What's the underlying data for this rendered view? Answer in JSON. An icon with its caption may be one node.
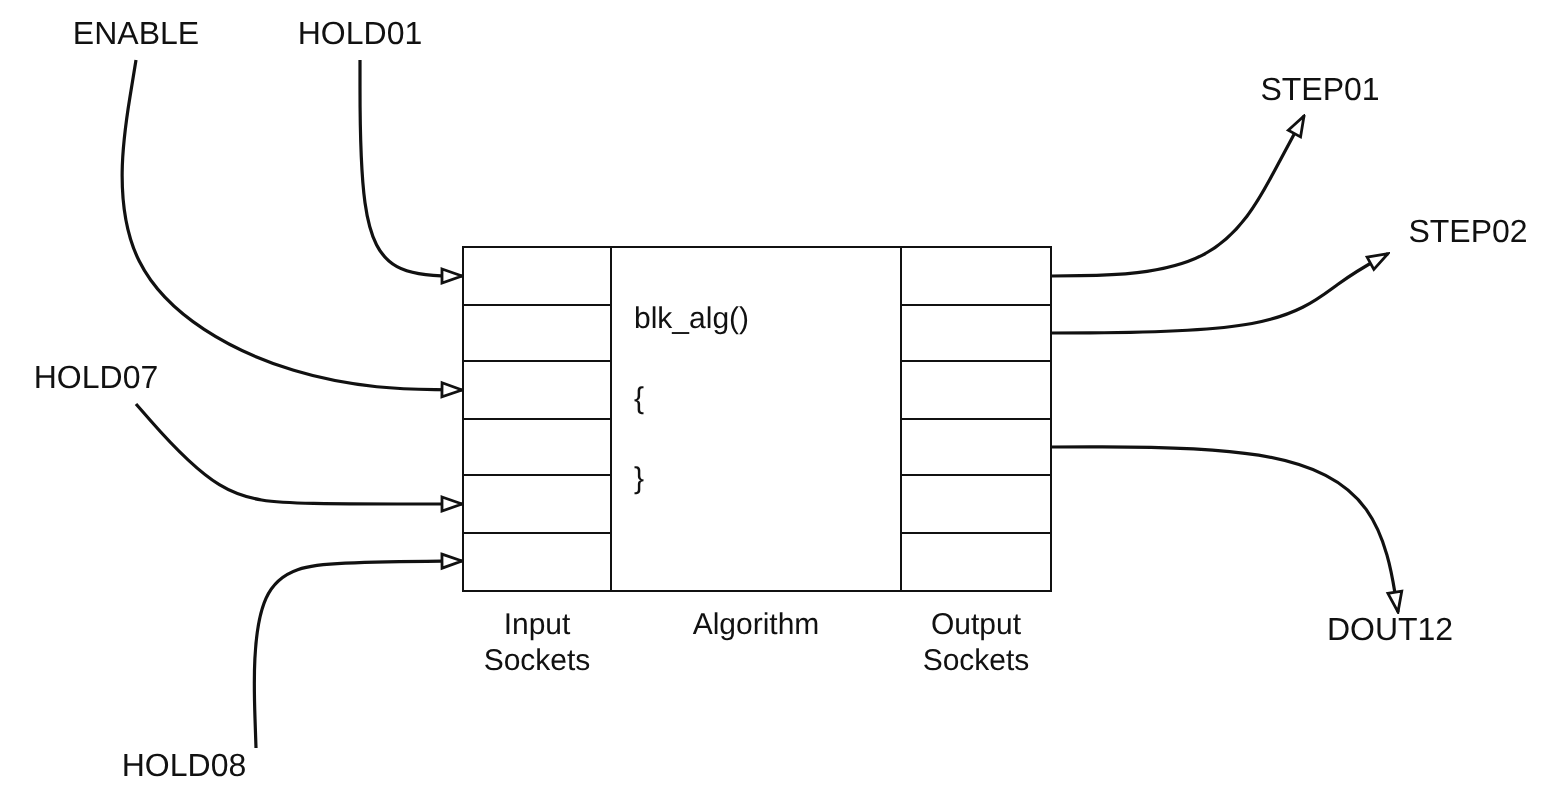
{
  "diagram": {
    "nodes": [
      {
        "text": [
          "ENABLE"
        ]
      },
      {
        "text": [
          "HOLD01"
        ]
      },
      {
        "text": [
          "STEP01"
        ]
      },
      {
        "text": [
          "STEP02"
        ]
      },
      {
        "text": [
          "HOLD07"
        ]
      },
      {
        "text": [
          "Input Sockets"
        ]
      },
      {
        "text": [],
        "shape": "box",
        "in": 5
      },
      {
        "text": [],
        "shape": "box",
        "in": 5
      },
      {
        "text": [],
        "shape": "box",
        "in": 5
      },
      {
        "text": [],
        "shape": "box",
        "in": 5
      },
      {
        "text": [],
        "shape": "box",
        "in": 5
      },
      {
        "text": [],
        "shape": "box",
        "in": 5
      },
      {
        "text": [
          "blk_alg()",
          "{",
          "}",
          "Algorithm"
        ]
      },
      {
        "text": [
          "Output Sockets"
        ]
      },
      {
        "text": [],
        "shape": "box",
        "in": 13
      },
      {
        "text": [],
        "shape": "box",
        "in": 13
      },
      {
        "text": [],
        "shape": "box",
        "in": 13
      },
      {
        "text": [],
        "shape": "box",
        "in": 13
      },
      {
        "text": [],
        "shape": "box",
        "in": 13
      },
      {
        "text": [],
        "shape": "box",
        "in": 13
      },
      {
        "text": [
          "DOUT12"
        ]
      },
      {
        "text": [
          "HOLD08"
        ]
      }
    ],
    "edges": [
      {
        "from": 0,
        "to": 8,
        "arrow": "to"
      },
      {
        "from": 1,
        "to": 6,
        "arrow": "to"
      },
      {
        "from": 4,
        "to": 10,
        "arrow": "to"
      },
      {
        "from": 21,
        "to": 11,
        "arrow": "to"
      },
      {
        "from": 14,
        "to": 2,
        "arrow": "to"
      },
      {
        "from": 15,
        "to": 3,
        "arrow": "to"
      },
      {
        "from": 17,
        "to": 20,
        "arrow": "to"
      }
    ]
  }
}
